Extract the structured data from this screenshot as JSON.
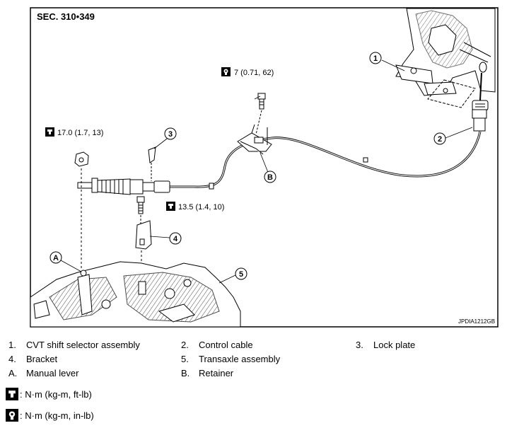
{
  "section": "SEC. 310•349",
  "figure_id": "JPDIA1212GB",
  "callouts": {
    "c1": "1",
    "c2": "2",
    "c3": "3",
    "c4": "4",
    "c5": "5",
    "cA": "A",
    "cB": "B"
  },
  "torques": {
    "t_bracket_bolt": "7 (0.71, 62)",
    "t_nut": "17.0 (1.7, 13)",
    "t_bolt": "13.5 (1.4, 10)"
  },
  "legend": [
    {
      "num": "1.",
      "text": "CVT shift selector assembly"
    },
    {
      "num": "2.",
      "text": "Control cable"
    },
    {
      "num": "3.",
      "text": "Lock plate"
    },
    {
      "num": "4.",
      "text": "Bracket"
    },
    {
      "num": "5.",
      "text": "Transaxle assembly"
    },
    {
      "num": "A.",
      "text": "Manual lever"
    },
    {
      "num": "B.",
      "text": "Retainer"
    }
  ],
  "keys": [
    {
      "icon": "torque-wrench-icon",
      "text": ": N·m (kg-m, ft-lb)"
    },
    {
      "icon": "torque-wrench-filled-icon",
      "text": ": N·m (kg-m, in-lb)"
    }
  ]
}
